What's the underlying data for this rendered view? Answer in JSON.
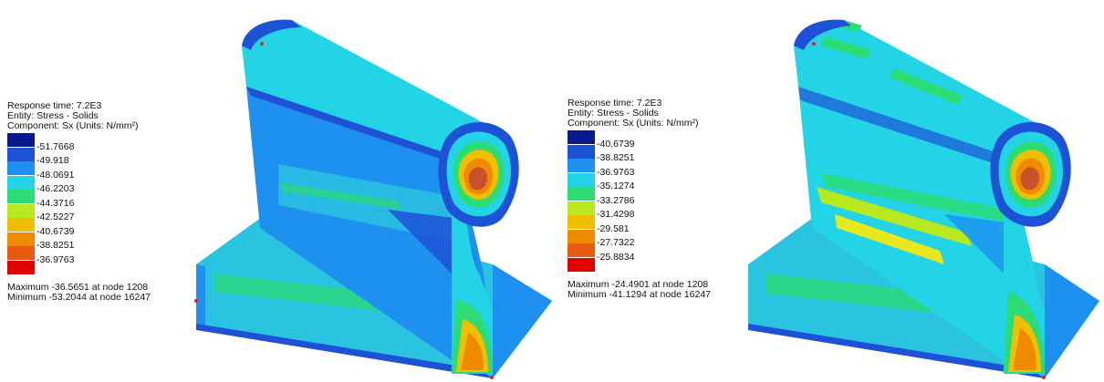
{
  "panels": [
    {
      "response_time": "Response time: 7.2E3",
      "entity": "Entity: Stress - Solids",
      "component": "Component: Sx (Units: N/mm²)",
      "scale": {
        "colors": [
          "#0a1a8c",
          "#1d52d6",
          "#1e90f0",
          "#22d4e6",
          "#2bdc74",
          "#b8e81e",
          "#f0c000",
          "#f08a00",
          "#e85a10",
          "#e00000"
        ],
        "labels": [
          "-51.7668",
          "-49.918",
          "-48.0691",
          "-46.2203",
          "-44.3716",
          "-42.5227",
          "-40.6739",
          "-38.8251",
          "-36.9763"
        ]
      },
      "maximum": "Maximum -36.5651 at node 1208",
      "minimum": "Minimum -53.2044 at node 16247"
    },
    {
      "response_time": "Response time: 7.2E3",
      "entity": "Entity: Stress - Solids",
      "component": "Component: Sx (Units: N/mm²)",
      "scale": {
        "colors": [
          "#0a1a8c",
          "#1d52d6",
          "#1e90f0",
          "#22d4e6",
          "#2bdc74",
          "#b8e81e",
          "#f0c000",
          "#f08a00",
          "#e85a10",
          "#e00000"
        ],
        "labels": [
          "-40.6739",
          "-38.8251",
          "-36.9763",
          "-35.1274",
          "-33.2786",
          "-31.4298",
          "-29.581",
          "-27.7322",
          "-25.8834"
        ]
      },
      "maximum": "Maximum -24.4901 at node 1208",
      "minimum": "Minimum -41.1294 at node 16247"
    }
  ]
}
